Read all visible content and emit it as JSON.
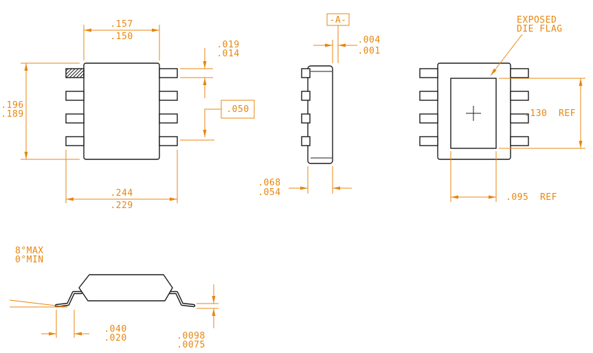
{
  "colors": {
    "dimension": "#E8860D",
    "outline": "#1A1A1A",
    "background": "#FFFFFF"
  },
  "top_view": {
    "body_width": {
      "max": ".157",
      "min": ".150"
    },
    "lead_width": {
      "max": ".019",
      "min": ".014"
    },
    "body_length": {
      "max": ".196",
      "min": ".189"
    },
    "lead_pitch": ".050",
    "lead_span": {
      "max": ".244",
      "min": ".229"
    }
  },
  "side_view": {
    "datum_flag": "-A-",
    "standoff": {
      "max": ".004",
      "min": ".001"
    },
    "thickness": {
      "max": ".068",
      "min": ".054"
    }
  },
  "bottom_view": {
    "callout": {
      "line1": "EXPOSED",
      "line2": "DIE FLAG"
    },
    "flag_length": ".130  REF",
    "flag_width": ".095  REF"
  },
  "profile_view": {
    "lead_angle": {
      "max": "8°MAX",
      "min": "0°MIN"
    },
    "foot_length": {
      "max": ".040",
      "min": ".020"
    },
    "lead_thickness": {
      "max": ".0098",
      "min": ".0075"
    }
  }
}
